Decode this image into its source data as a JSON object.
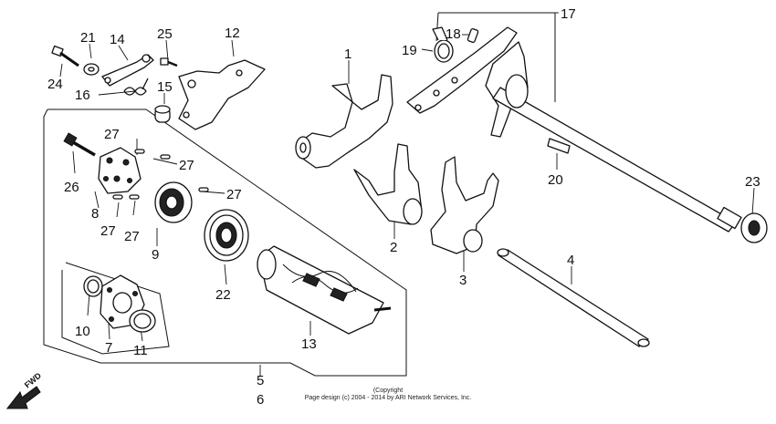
{
  "diagram": {
    "callouts": {
      "c1": "1",
      "c2": "2",
      "c3": "3",
      "c4": "4",
      "c5": "5",
      "c6": "6",
      "c7": "7",
      "c8": "8",
      "c9": "9",
      "c10": "10",
      "c11": "11",
      "c12": "12",
      "c13": "13",
      "c14": "14",
      "c15": "15",
      "c16": "16",
      "c17": "17",
      "c18": "18",
      "c19": "19",
      "c20": "20",
      "c21": "21",
      "c22": "22",
      "c23": "23",
      "c24": "24",
      "c25": "25",
      "c26": "26",
      "c27a": "27",
      "c27b": "27",
      "c27c": "27",
      "c27d": "27",
      "c27e": "27"
    },
    "direction_label": "FWD",
    "copyright_line1": "(Copyright",
    "copyright_line2": "Page design (c) 2004 - 2014 by ARI Network Services, Inc."
  }
}
